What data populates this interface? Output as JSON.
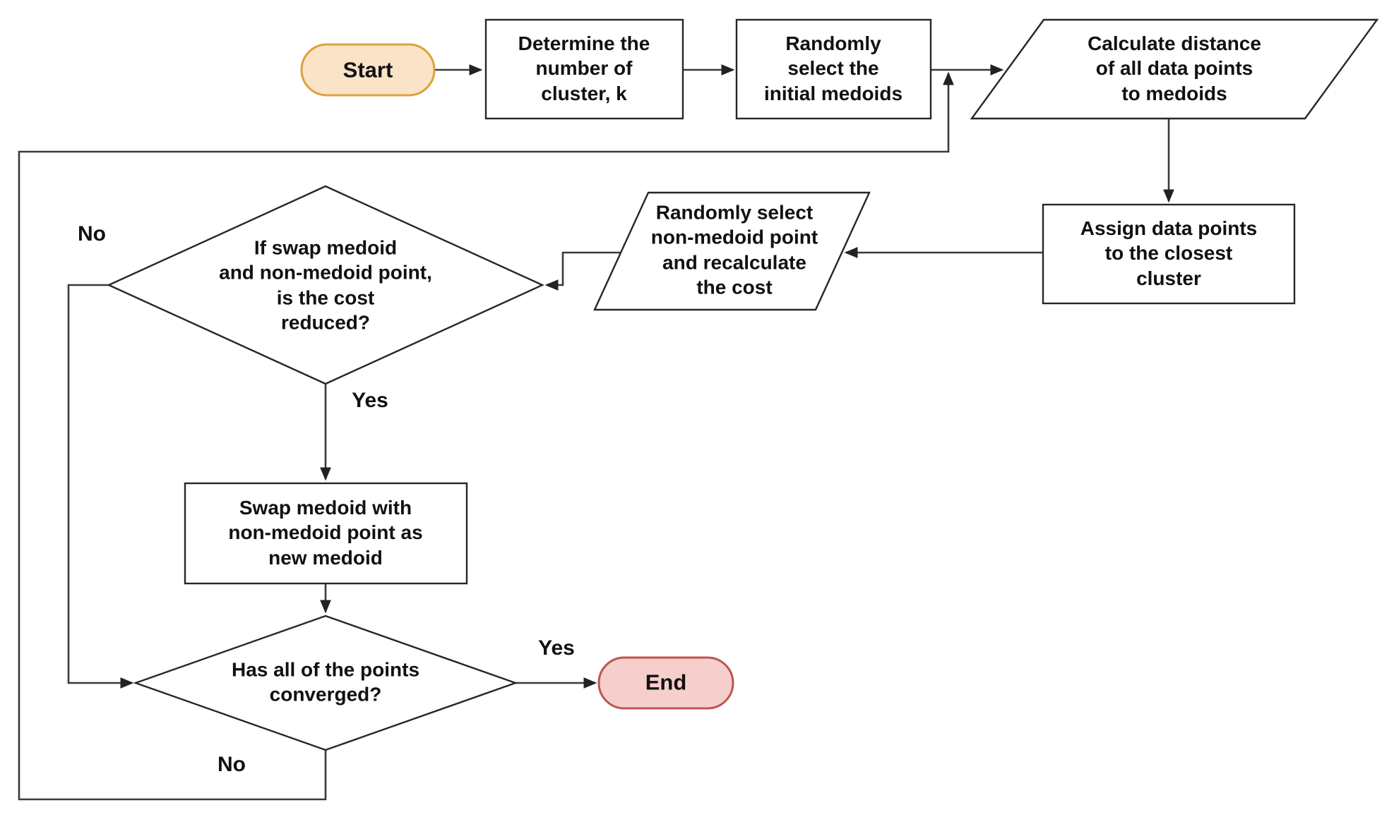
{
  "diagram": {
    "type": "flowchart",
    "subject": "k-medoids clustering algorithm"
  },
  "nodes": {
    "start": {
      "type": "terminator",
      "label": "Start",
      "fill": "#FBE3C7",
      "stroke": "#DBA23D"
    },
    "determine_k": {
      "type": "process",
      "label": "Determine the\nnumber of\ncluster, k"
    },
    "select_initial_medoids": {
      "type": "process",
      "label": "Randomly\nselect the\ninitial medoids"
    },
    "calculate_distance": {
      "type": "data",
      "label": "Calculate distance\nof all data points\nto medoids"
    },
    "assign_points": {
      "type": "process",
      "label": "Assign data points\nto the closest\ncluster"
    },
    "reselect_recalculate": {
      "type": "data",
      "label": "Randomly select\nnon-medoid point\nand recalculate\nthe cost"
    },
    "cost_reduced": {
      "type": "decision",
      "label": "If swap medoid\nand non-medoid point,\nis the cost\nreduced?"
    },
    "swap_medoid": {
      "type": "process",
      "label": "Swap medoid with\nnon-medoid point as\nnew medoid"
    },
    "converged": {
      "type": "decision",
      "label": "Has all of the points\nconverged?"
    },
    "end": {
      "type": "terminator",
      "label": "End",
      "fill": "#F6CECC",
      "stroke": "#BA5651"
    }
  },
  "edge_labels": {
    "cost_reduced_no": "No",
    "cost_reduced_yes": "Yes",
    "converged_yes": "Yes",
    "converged_no": "No"
  },
  "colors": {
    "background": "#ffffff",
    "shape_fill": "#ffffff",
    "shape_border": "#262626",
    "connector": "#3a3a3a",
    "text": "#111111",
    "start_fill": "#FBE3C7",
    "start_border": "#DBA23D",
    "end_fill": "#F6CECC",
    "end_border": "#BA5651"
  }
}
